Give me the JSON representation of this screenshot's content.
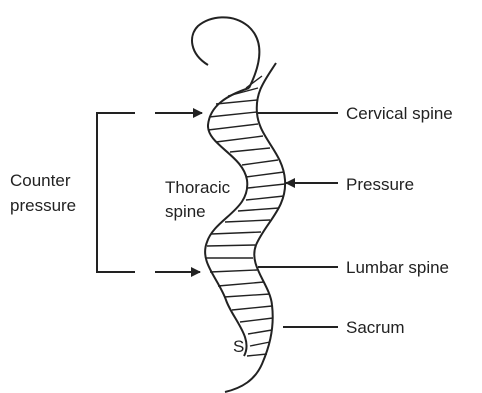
{
  "labels": {
    "cervical": "Cervical spine",
    "pressure": "Pressure",
    "lumbar": "Lumbar spine",
    "sacrum": "Sacrum",
    "counter_line1": "Counter",
    "counter_line2": "pressure",
    "thoracic_line1": "Thoracic",
    "thoracic_line2": "spine",
    "s_marker": "S"
  }
}
